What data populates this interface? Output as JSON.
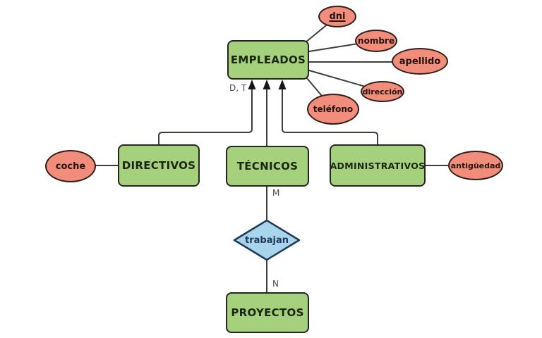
{
  "diagram": {
    "type": "entity-relationship",
    "entities": {
      "empleados": "EMPLEADOS",
      "directivos": "DIRECTIVOS",
      "tecnicos": "TÉCNICOS",
      "administrativos": "ADMINISTRATIVOS",
      "proyectos": "PROYECTOS"
    },
    "attributes": {
      "dni": "dni",
      "nombre": "nombre",
      "apellido": "apellido",
      "direccion": "dirección",
      "telefono": "teléfono",
      "coche": "coche",
      "antiguedad": "antigüedad"
    },
    "key_attribute": "dni",
    "relationship": {
      "trabajan": "trabajan",
      "cardinality_m": "M",
      "cardinality_n": "N"
    },
    "generalization_label": "D, T",
    "connections": [
      {
        "from": "EMPLEADOS",
        "to": "dni"
      },
      {
        "from": "EMPLEADOS",
        "to": "nombre"
      },
      {
        "from": "EMPLEADOS",
        "to": "apellido"
      },
      {
        "from": "EMPLEADOS",
        "to": "dirección"
      },
      {
        "from": "EMPLEADOS",
        "to": "teléfono"
      },
      {
        "from": "DIRECTIVOS",
        "to": "coche"
      },
      {
        "from": "ADMINISTRATIVOS",
        "to": "antigüedad"
      },
      {
        "from": "DIRECTIVOS",
        "to": "EMPLEADOS",
        "kind": "specialization-arrow"
      },
      {
        "from": "TÉCNICOS",
        "to": "EMPLEADOS",
        "kind": "specialization-arrow"
      },
      {
        "from": "ADMINISTRATIVOS",
        "to": "EMPLEADOS",
        "kind": "specialization-arrow"
      },
      {
        "from": "TÉCNICOS",
        "to": "trabajan",
        "cardinality": "M"
      },
      {
        "from": "trabajan",
        "to": "PROYECTOS",
        "cardinality": "N"
      }
    ],
    "colors": {
      "entity_fill": "#a6d17c",
      "entity_border": "#242424",
      "attribute_fill": "#f28c7b",
      "attribute_border": "#2e201c",
      "relationship_fill": "#a9d5ec",
      "relationship_border": "#1e3a5c",
      "line": "#3d3d3d",
      "background": "#ffffff"
    }
  }
}
